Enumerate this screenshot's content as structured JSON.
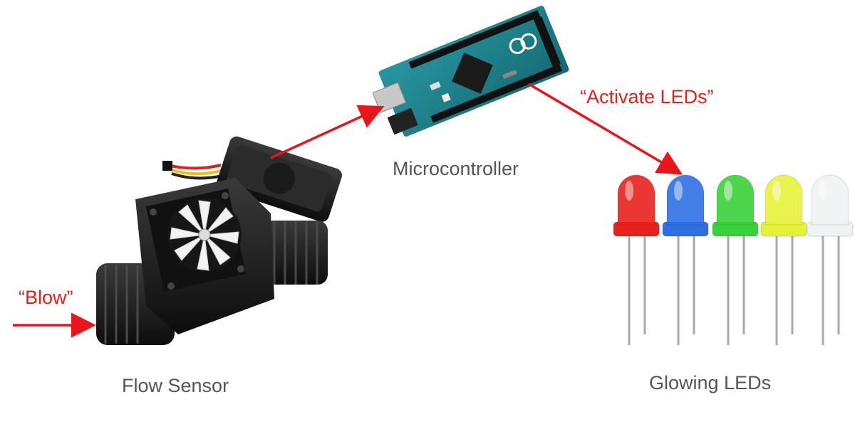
{
  "labels": {
    "flow_sensor": "Flow Sensor",
    "microcontroller": "Microcontroller",
    "glowing_leds": "Glowing LEDs",
    "blow": "“Blow”",
    "activate_leds": "“Activate LEDs”"
  },
  "colors": {
    "arrow": "#e8151b",
    "label_text": "#555555",
    "annotation_text": "#e2231a",
    "board": "#1c7d86",
    "sensor_body": "#1c1c1c",
    "impeller": "#f2f2f2"
  },
  "leds": [
    {
      "color_name": "red",
      "fill": "#e8211d"
    },
    {
      "color_name": "blue",
      "fill": "#2f6fe3"
    },
    {
      "color_name": "green",
      "fill": "#3ad13a"
    },
    {
      "color_name": "yellow",
      "fill": "#e6f23a"
    },
    {
      "color_name": "white",
      "fill": "#eef3f4"
    }
  ]
}
